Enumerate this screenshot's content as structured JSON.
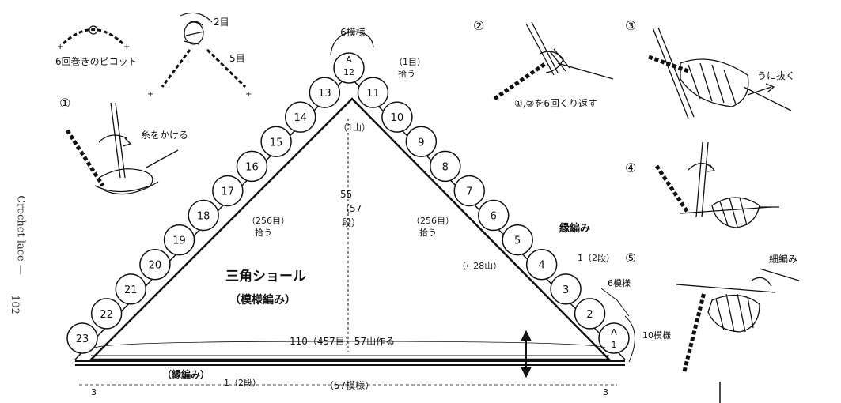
{
  "side_text": {
    "book_title": "Crochet lace —",
    "page_number": "102"
  },
  "shawl": {
    "title": "三角ショール",
    "subtitle": "（模様編み）",
    "scallops_left": [
      "A 12",
      "13",
      "14",
      "15",
      "16",
      "17",
      "18",
      "19",
      "20",
      "21",
      "22",
      "23"
    ],
    "scallops_right": [
      "11",
      "10",
      "9",
      "8",
      "7",
      "6",
      "5",
      "4",
      "3",
      "2",
      "A 1"
    ],
    "apex_label_top": "A",
    "apex_label_num": "12",
    "corner_label_top": "A",
    "corner_label_num": "1",
    "apex_pattern": "6模様",
    "apex_pickup": "（1目）",
    "apex_pickup2": "拾う",
    "apex_peak": "（1山）",
    "height": "55",
    "height_rows": "（57",
    "height_rows2": "段）",
    "left_pickup": "（256目）",
    "left_pickup2": "拾う",
    "right_pickup": "（256目）",
    "right_pickup2": "拾う",
    "right_peaks": "（←28山）",
    "edging": "縁編み",
    "edging_rows": "1（2段）",
    "right_pattern": "6模様",
    "corner_pattern": "10模様",
    "base_label": "110（457目）57山作る",
    "bottom_edging": "（縁編み）",
    "bottom_rows": "1（2段）",
    "bottom_patterns": "（57模様）",
    "dim_left": "3",
    "dim_right": "3"
  },
  "picot": {
    "label": "6回巻きのピコット",
    "st2": "2目",
    "st5": "5目"
  },
  "steps": [
    {
      "num": "①",
      "text": "糸をかける"
    },
    {
      "num": "②",
      "text": "①,②を6回くり返す"
    },
    {
      "num": "③",
      "text": "うに抜く"
    },
    {
      "num": "④",
      "text": ""
    },
    {
      "num": "⑤",
      "text": "細編み"
    }
  ]
}
